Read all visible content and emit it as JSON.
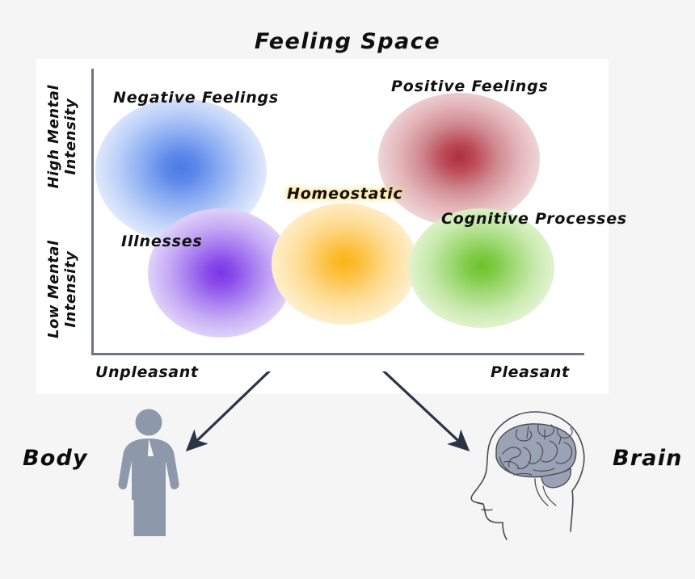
{
  "title": "Feeling Space",
  "colors": {
    "page_background": "#f5f5f5",
    "panel_background": "#ffffff",
    "axis": "#6f7585",
    "arrow": "#2b3445",
    "person": "#8e98ab",
    "brain_fill": "#9aa2b5",
    "head_outline": "#4a4a52",
    "text": "#111111"
  },
  "chart_data": {
    "type": "scatter",
    "title": "Feeling Space",
    "xlabel": "",
    "ylabel": "",
    "grid": false,
    "legend": "none",
    "x_axis": {
      "low_label": "Unpleasant",
      "high_label": "Pleasant"
    },
    "y_axis": {
      "high_label_line1": "High Mental",
      "high_label_line2": "Intensity",
      "low_label_line1": "Low Mental",
      "low_label_line2": "Intensity"
    },
    "clusters": [
      {
        "name": "Negative Feelings",
        "color": "#4a7ae6",
        "valence": "unpleasant",
        "intensity": "high"
      },
      {
        "name": "Positive Feelings",
        "color": "#ad2f3e",
        "valence": "pleasant",
        "intensity": "high"
      },
      {
        "name": "Illnesses",
        "color": "#7a34e8",
        "valence": "unpleasant",
        "intensity": "low"
      },
      {
        "name": "Homeostatic",
        "color": "#fbb419",
        "valence": "neutral",
        "intensity": "low"
      },
      {
        "name": "Cognitive Processes",
        "color": "#6ec22b",
        "valence": "pleasant",
        "intensity": "low"
      }
    ]
  },
  "plot": {
    "labels": {
      "negative": "Negative Feelings",
      "positive": "Positive Feelings",
      "illnesses": "Illnesses",
      "homeostatic": "Homeostatic",
      "cognitive": "Cognitive Processes"
    },
    "y_axis": {
      "high_line1": "High Mental",
      "high_line2": "Intensity",
      "low_line1": "Low Mental",
      "low_line2": "Intensity"
    },
    "x_axis": {
      "left": "Unpleasant",
      "right": "Pleasant"
    }
  },
  "bottom": {
    "body_label": "Body",
    "brain_label": "Brain",
    "icons": {
      "person": "person-icon",
      "head_brain": "head-brain-icon",
      "arrow_left": "arrow-down-left-icon",
      "arrow_right": "arrow-down-right-icon"
    }
  }
}
